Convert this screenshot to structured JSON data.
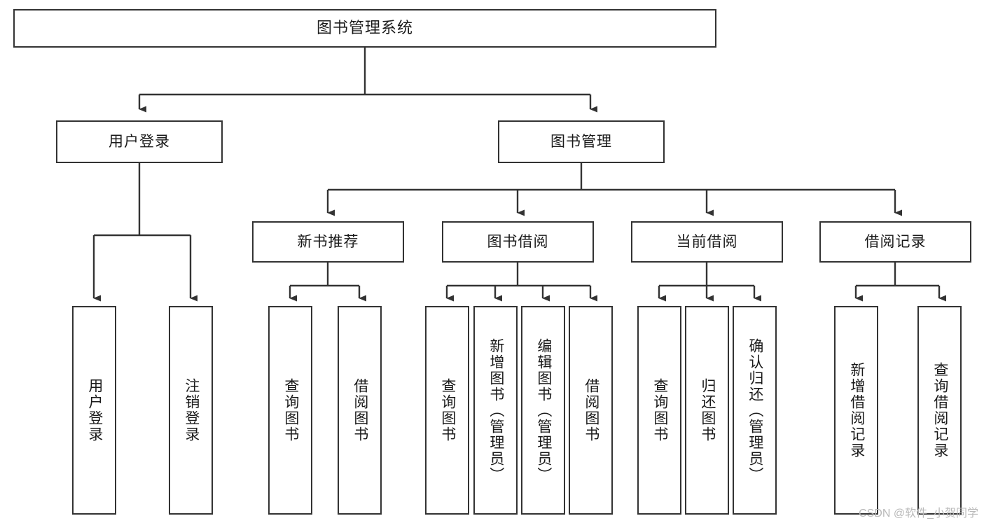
{
  "diagram": {
    "title": "图书管理系统",
    "watermark": "CSDN @软件_小贺同学",
    "line_color": "#333333",
    "box_fill": "#ffffff",
    "text_color": "#1a1a1a",
    "watermark_color": "#b9b9b9"
  },
  "nodes": {
    "root": {
      "label": "图书管理系统"
    },
    "level2": [
      {
        "label": "用户登录"
      },
      {
        "label": "图书管理"
      }
    ],
    "level3": [
      {
        "label": "新书推荐"
      },
      {
        "label": "图书借阅"
      },
      {
        "label": "当前借阅"
      },
      {
        "label": "借阅记录"
      }
    ],
    "leaves": {
      "user_login": [
        {
          "label": "用户登录"
        },
        {
          "label": "注销登录"
        }
      ],
      "new_book_recommend": [
        {
          "label": "查询图书"
        },
        {
          "label": "借阅图书"
        }
      ],
      "book_borrow": [
        {
          "label": "查询图书"
        },
        {
          "label": "新增图书（管理员）"
        },
        {
          "label": "编辑图书（管理员）"
        },
        {
          "label": "借阅图书"
        }
      ],
      "current_borrow": [
        {
          "label": "查询图书"
        },
        {
          "label": "归还图书"
        },
        {
          "label": "确认归还（管理员）"
        }
      ],
      "borrow_record": [
        {
          "label": "新增借阅记录"
        },
        {
          "label": "查询借阅记录"
        }
      ]
    }
  },
  "chart_data": {
    "type": "tree-diagram",
    "title": "图书管理系统",
    "orientation": "top-down",
    "levels": 4,
    "tree": {
      "name": "图书管理系统",
      "children": [
        {
          "name": "用户登录",
          "children": [
            {
              "name": "用户登录"
            },
            {
              "name": "注销登录"
            }
          ]
        },
        {
          "name": "图书管理",
          "children": [
            {
              "name": "新书推荐",
              "children": [
                {
                  "name": "查询图书"
                },
                {
                  "name": "借阅图书"
                }
              ]
            },
            {
              "name": "图书借阅",
              "children": [
                {
                  "name": "查询图书"
                },
                {
                  "name": "新增图书（管理员）"
                },
                {
                  "name": "编辑图书（管理员）"
                },
                {
                  "name": "借阅图书"
                }
              ]
            },
            {
              "name": "当前借阅",
              "children": [
                {
                  "name": "查询图书"
                },
                {
                  "name": "归还图书"
                },
                {
                  "name": "确认归还（管理员）"
                }
              ]
            },
            {
              "name": "借阅记录",
              "children": [
                {
                  "name": "新增借阅记录"
                },
                {
                  "name": "查询借阅记录"
                }
              ]
            }
          ]
        }
      ]
    }
  }
}
